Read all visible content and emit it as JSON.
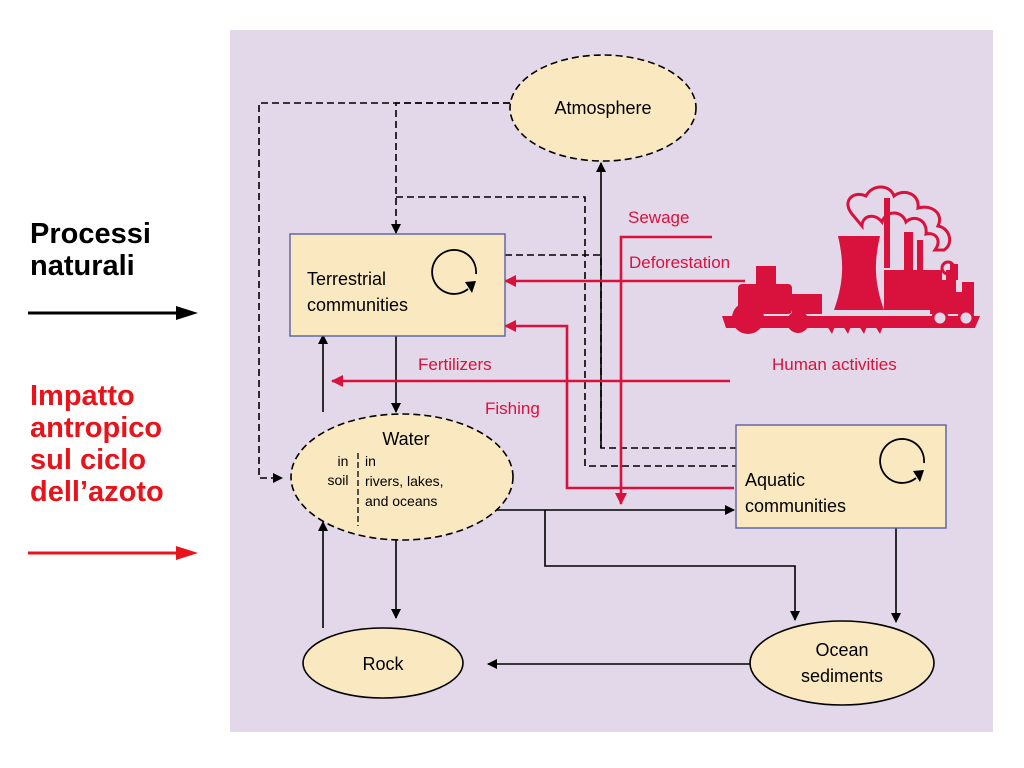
{
  "legend": {
    "natural_label": "Processi\nnaturali",
    "human_label": "Impatto\nantropico\nsul ciclo\ndell’azoto",
    "natural_color": "#000000",
    "human_color": "#e8141c"
  },
  "diagram": {
    "background": "#e2d8ea",
    "node_fill": "#fae9c0",
    "human_color": "#d8123c",
    "atmosphere": "Atmosphere",
    "terrestrial": [
      "Terrestrial",
      "communities"
    ],
    "water": {
      "title": "Water",
      "soil": [
        "in",
        "soil"
      ],
      "rivers": [
        "in",
        "rivers, lakes,",
        "and oceans"
      ]
    },
    "aquatic": [
      "Aquatic",
      "communities"
    ],
    "rock": "Rock",
    "ocean_sediments": [
      "Ocean",
      "sediments"
    ],
    "human_activities": "Human activities",
    "flows": {
      "sewage": "Sewage",
      "deforestation": "Deforestation",
      "fertilizers": "Fertilizers",
      "fishing": "Fishing"
    },
    "icons": [
      "recycle-arrow-icon",
      "factory-icon"
    ]
  }
}
